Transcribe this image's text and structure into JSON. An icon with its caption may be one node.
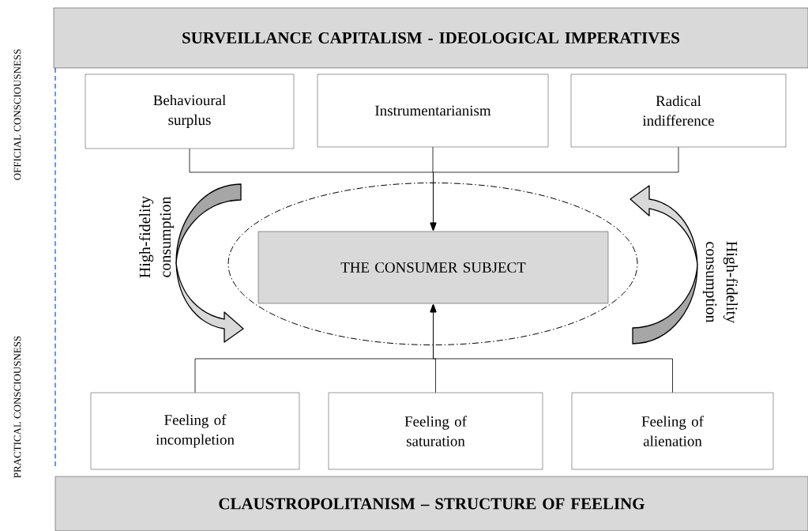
{
  "diagram": {
    "nodes": [
      {
        "text": [
          "SURVEILLANCE CAPITALISM - IDEOLOGICAL IMPERATIVES"
        ]
      },
      {
        "text": [
          "Behavioural surplus"
        ]
      },
      {
        "text": [
          "Instrumentarianism"
        ]
      },
      {
        "text": [
          "Radical indifference"
        ]
      },
      {
        "text": [],
        "shape": "ellipse"
      },
      {
        "text": [
          "THE CONSUMER SUBJECT"
        ],
        "in": 4
      },
      {
        "text": [
          "Feeling of incompletion"
        ]
      },
      {
        "text": [
          "Feeling of saturation"
        ]
      },
      {
        "text": [
          "Feeling of alienation"
        ]
      },
      {
        "text": [
          "CLAUSTROPOLITANISM – STRUCTURE OF FEELING"
        ]
      }
    ],
    "edges": [
      {
        "from": 1,
        "to": 5,
        "arrow": "to"
      },
      {
        "from": 2,
        "to": 5,
        "arrow": "to"
      },
      {
        "from": 3,
        "to": 5,
        "arrow": "to"
      },
      {
        "from": 6,
        "to": 5,
        "arrow": "to"
      },
      {
        "from": 7,
        "to": 5,
        "arrow": "to"
      },
      {
        "from": 8,
        "to": 5,
        "arrow": "to"
      }
    ],
    "labels": [
      "OFFICIAL CONSCIOUSNESS",
      "PRACTICAL CONSCIOUSNESS",
      "High-fidelity consumption",
      "High-fidelity consumption"
    ]
  }
}
